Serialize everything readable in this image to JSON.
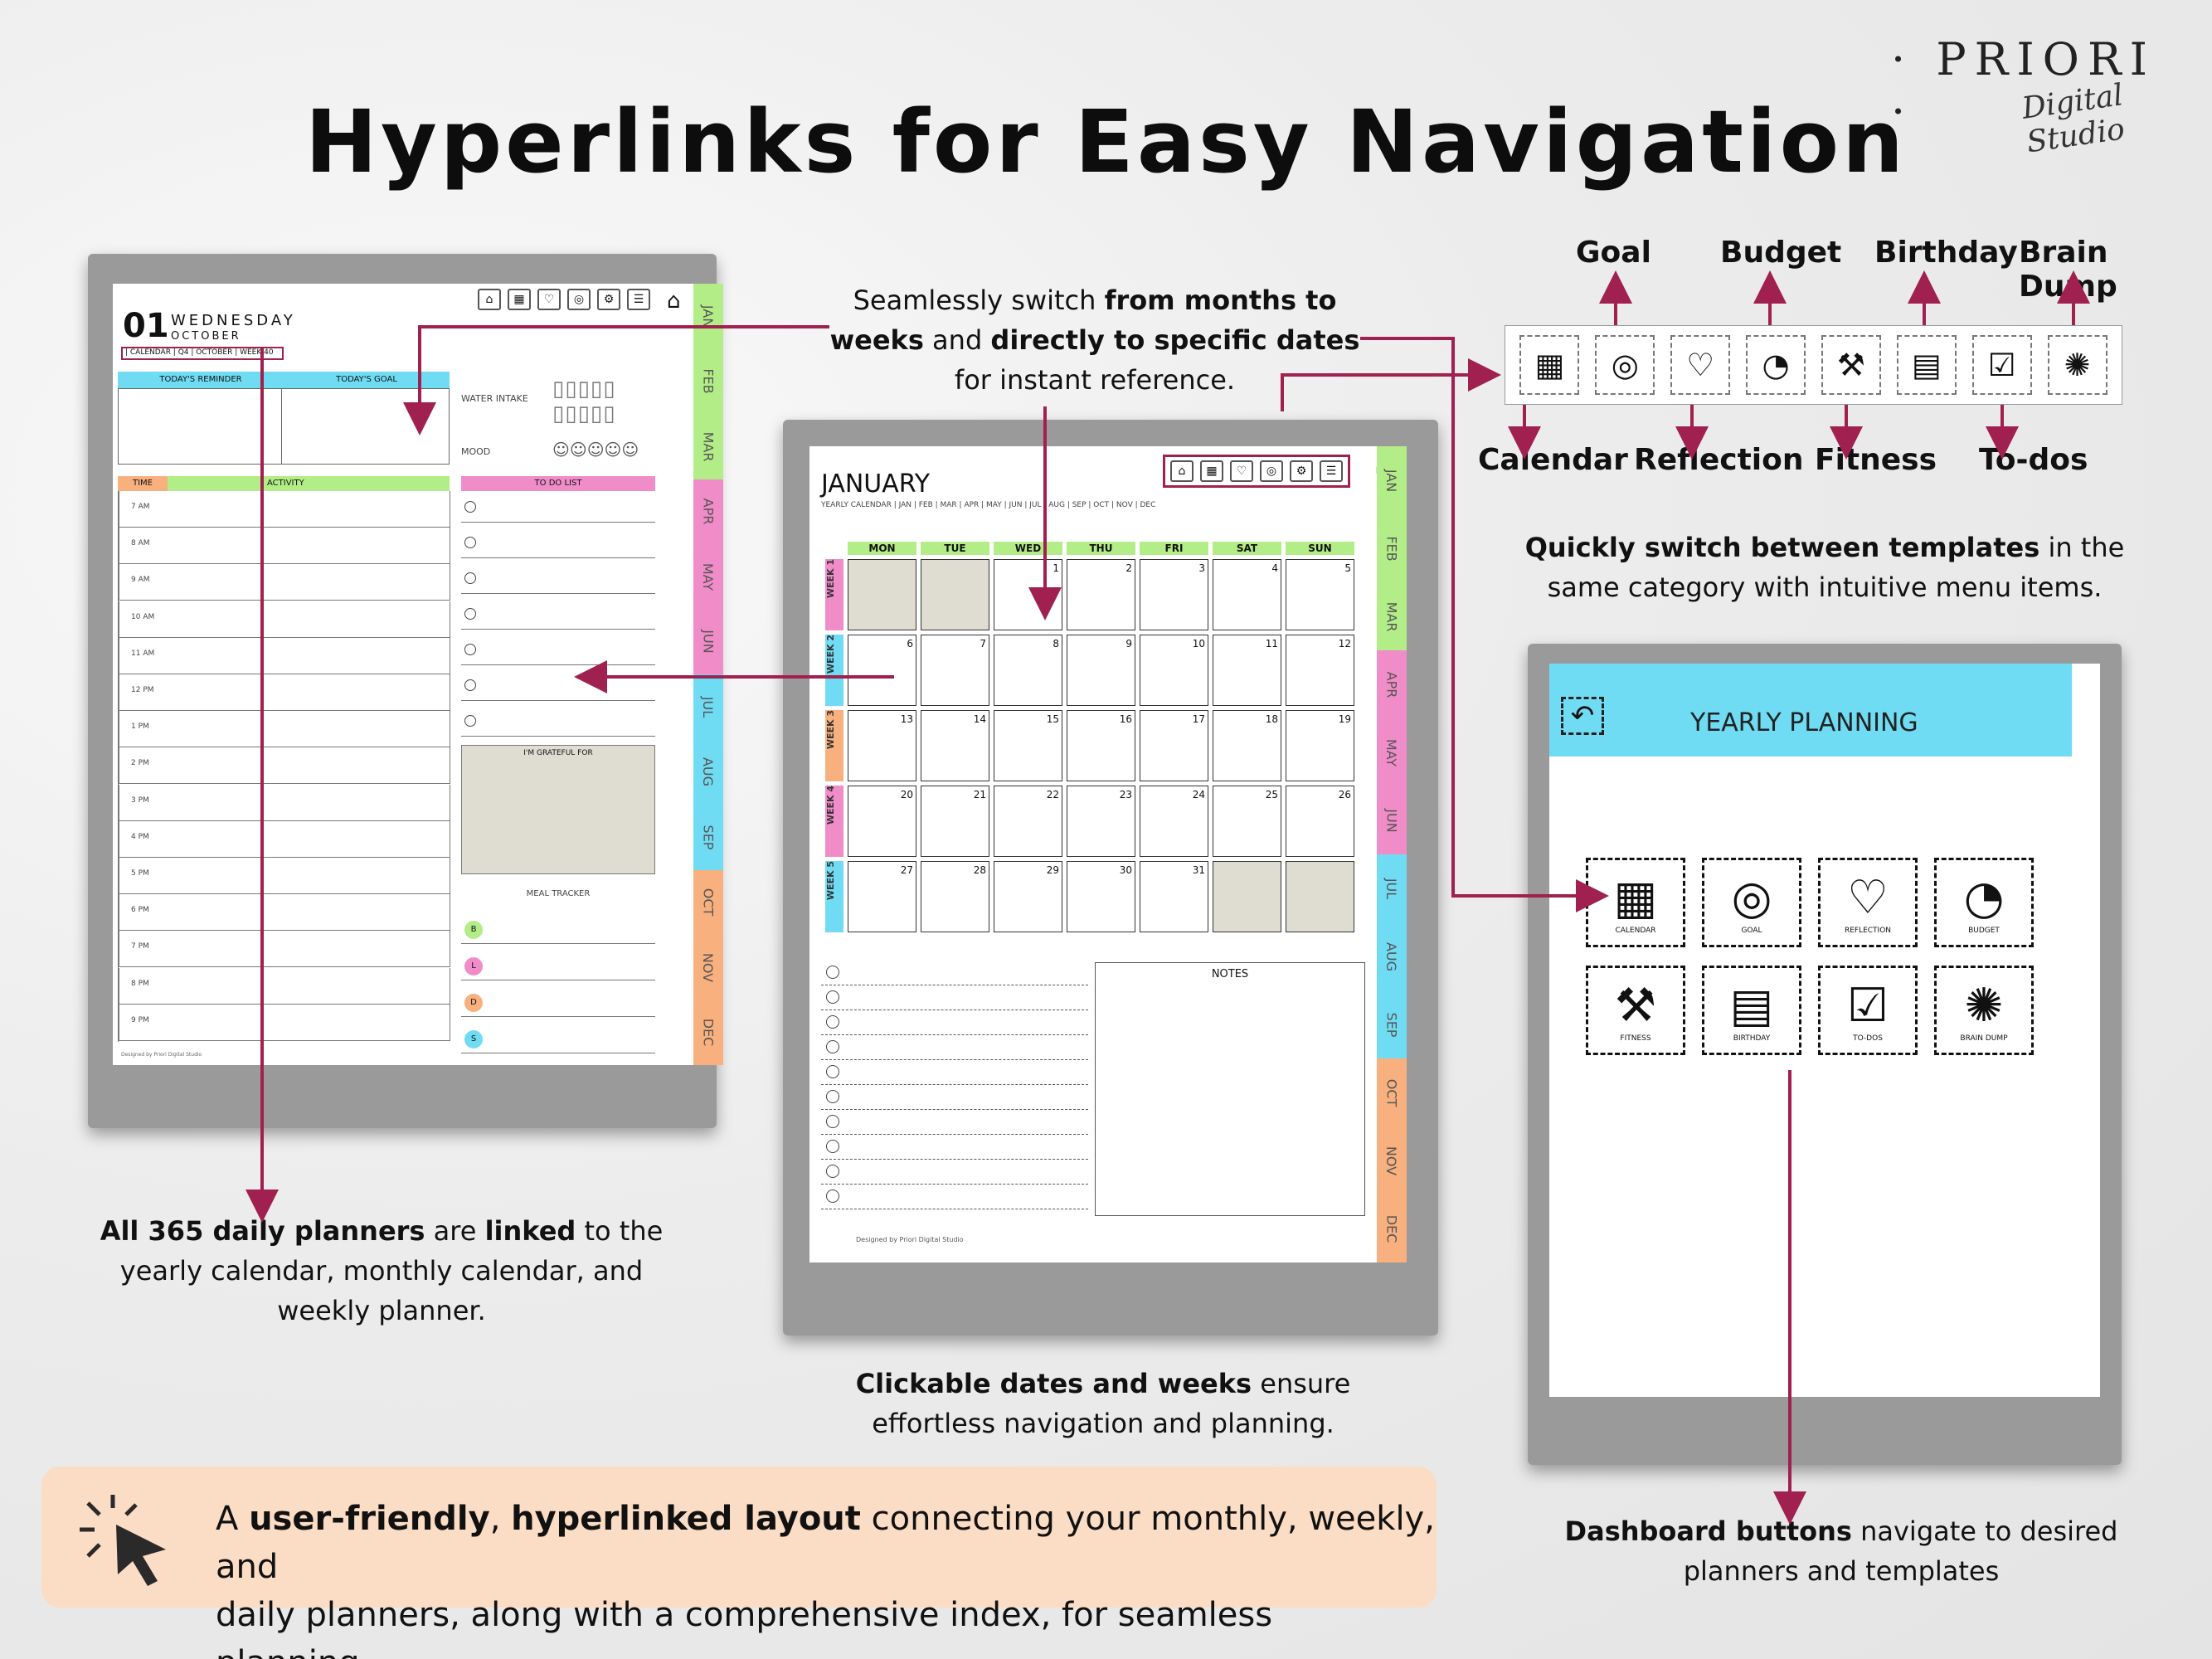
{
  "brand": {
    "name": "PRIORI",
    "tagline": "Digital Studio"
  },
  "title": "Hyperlinks for Easy Navigation",
  "daily": {
    "day": "01",
    "weekday": "WEDNESDAY",
    "month": "OCTOBER",
    "breadcrumb": "| CALENDAR | Q4 | OCTOBER | WEEK 40",
    "reminder": "TODAY'S REMINDER",
    "goal": "TODAY'S GOAL",
    "water": "WATER INTAKE",
    "mood": "MOOD",
    "time": "TIME",
    "activity": "ACTIVITY",
    "todo": "TO DO LIST",
    "grateful": "I'M GRATEFUL FOR",
    "meal": "MEAL TRACKER",
    "meals": [
      "B",
      "L",
      "D",
      "S"
    ],
    "hours": [
      "7 AM",
      "8 AM",
      "9 AM",
      "10 AM",
      "11 AM",
      "12 PM",
      "1 PM",
      "2 PM",
      "3 PM",
      "4 PM",
      "5 PM",
      "6 PM",
      "7 PM",
      "8 PM",
      "9 PM"
    ],
    "footer": "Designed by Priori Digital Studio"
  },
  "months": [
    "JAN",
    "FEB",
    "MAR",
    "APR",
    "MAY",
    "JUN",
    "JUL",
    "AUG",
    "SEP",
    "OCT",
    "NOV",
    "DEC"
  ],
  "monthly": {
    "title": "JANUARY",
    "nav": "YEARLY CALENDAR | JAN | FEB | MAR | APR | MAY | JUN | JUL | AUG | SEP | OCT | NOV | DEC",
    "days": [
      "MON",
      "TUE",
      "WED",
      "THU",
      "FRI",
      "SAT",
      "SUN"
    ],
    "weeks": [
      "WEEK 1",
      "WEEK 2",
      "WEEK 3",
      "WEEK 4",
      "WEEK 5"
    ],
    "notes": "NOTES",
    "footer": "Designed by Priori Digital Studio"
  },
  "yearly": {
    "title": "YEARLY PLANNING",
    "icons": [
      "CALENDAR",
      "GOAL",
      "REFLECTION",
      "BUDGET",
      "FITNESS",
      "BIRTHDAY",
      "TO-DOS",
      "BRAIN DUMP"
    ]
  },
  "icon_labels_top": [
    "Goal",
    "Budget",
    "Birthday",
    "Brain Dump"
  ],
  "icon_labels_bottom": [
    "Calendar",
    "Reflection",
    "Fitness",
    "To-dos"
  ],
  "desc": {
    "switch_1": "Seamlessly switch ",
    "switch_b1": "from months to",
    "switch_b2": "weeks",
    "switch_2": " and ",
    "switch_b3": "directly to specific dates",
    "switch_3": "for instant reference.",
    "templates_b": "Quickly switch between templates",
    "templates_1": " in the",
    "templates_2": "same category with intuitive menu items.",
    "daily_b1": "All 365 daily planners",
    "daily_1": " are ",
    "daily_b2": "linked",
    "daily_2": " to the",
    "daily_3": "yearly calendar, monthly calendar, and",
    "daily_4": "weekly planner.",
    "click_b": "Clickable dates and weeks",
    "click_1": " ensure",
    "click_2": "effortless navigation and planning.",
    "dash_b": "Dashboard buttons",
    "dash_1": " navigate to desired",
    "dash_2": "planners and templates"
  },
  "banner": {
    "a": "A ",
    "b1": "user-friendly",
    "c": ", ",
    "b2": "hyperlinked layout",
    "d": " connecting your monthly, weekly, and",
    "e": "daily planners, along with a comprehensive index, for seamless planning."
  },
  "colors": {
    "accent": "#a0204f",
    "green": "#b2ed87",
    "pink": "#f08cc8",
    "blue": "#6fdcf3",
    "orange": "#f8b07e"
  }
}
